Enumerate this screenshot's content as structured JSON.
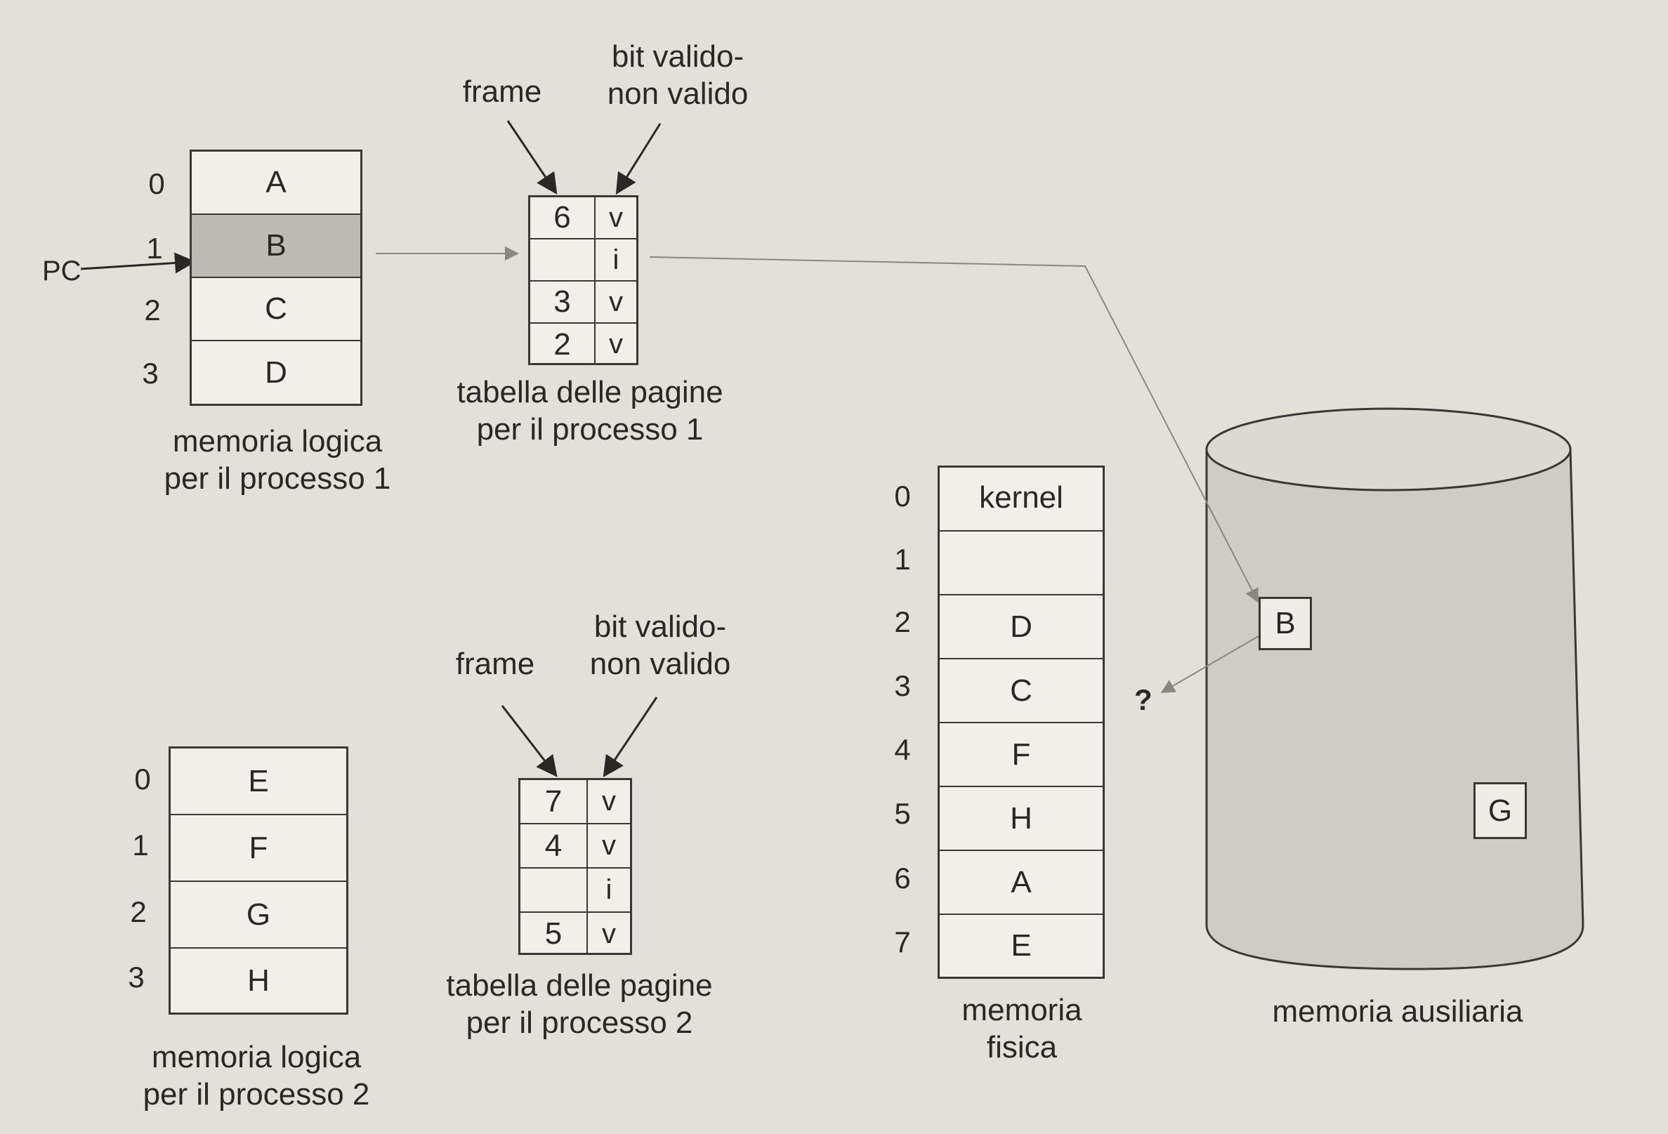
{
  "process1": {
    "logical_memory": {
      "caption": [
        "memoria logica",
        "per il processo 1"
      ],
      "indices": [
        "0",
        "1",
        "2",
        "3"
      ],
      "pages": [
        "A",
        "B",
        "C",
        "D"
      ],
      "highlighted_page": "B"
    },
    "pc_label": "PC",
    "page_table": {
      "caption": [
        "tabella delle pagine",
        "per il processo 1"
      ],
      "frame_header": "frame",
      "bit_header": [
        "bit valido-",
        "non valido"
      ],
      "rows": [
        {
          "frame": "6",
          "bit": "v"
        },
        {
          "frame": "",
          "bit": "i"
        },
        {
          "frame": "3",
          "bit": "v"
        },
        {
          "frame": "2",
          "bit": "v"
        }
      ]
    }
  },
  "process2": {
    "logical_memory": {
      "caption": [
        "memoria logica",
        "per il processo 2"
      ],
      "indices": [
        "0",
        "1",
        "2",
        "3"
      ],
      "pages": [
        "E",
        "F",
        "G",
        "H"
      ]
    },
    "page_table": {
      "caption": [
        "tabella delle pagine",
        "per il processo 2"
      ],
      "frame_header": "frame",
      "bit_header": [
        "bit valido-",
        "non valido"
      ],
      "rows": [
        {
          "frame": "7",
          "bit": "v"
        },
        {
          "frame": "4",
          "bit": "v"
        },
        {
          "frame": "",
          "bit": "i"
        },
        {
          "frame": "5",
          "bit": "v"
        }
      ]
    }
  },
  "physical_memory": {
    "caption": [
      "memoria",
      "fisica"
    ],
    "indices": [
      "0",
      "1",
      "2",
      "3",
      "4",
      "5",
      "6",
      "7"
    ],
    "frames": [
      "kernel",
      "",
      "D",
      "C",
      "F",
      "H",
      "A",
      "E"
    ]
  },
  "question_mark": "?",
  "backing_store": {
    "caption": "memoria ausiliaria",
    "pages": [
      "B",
      "G"
    ]
  }
}
